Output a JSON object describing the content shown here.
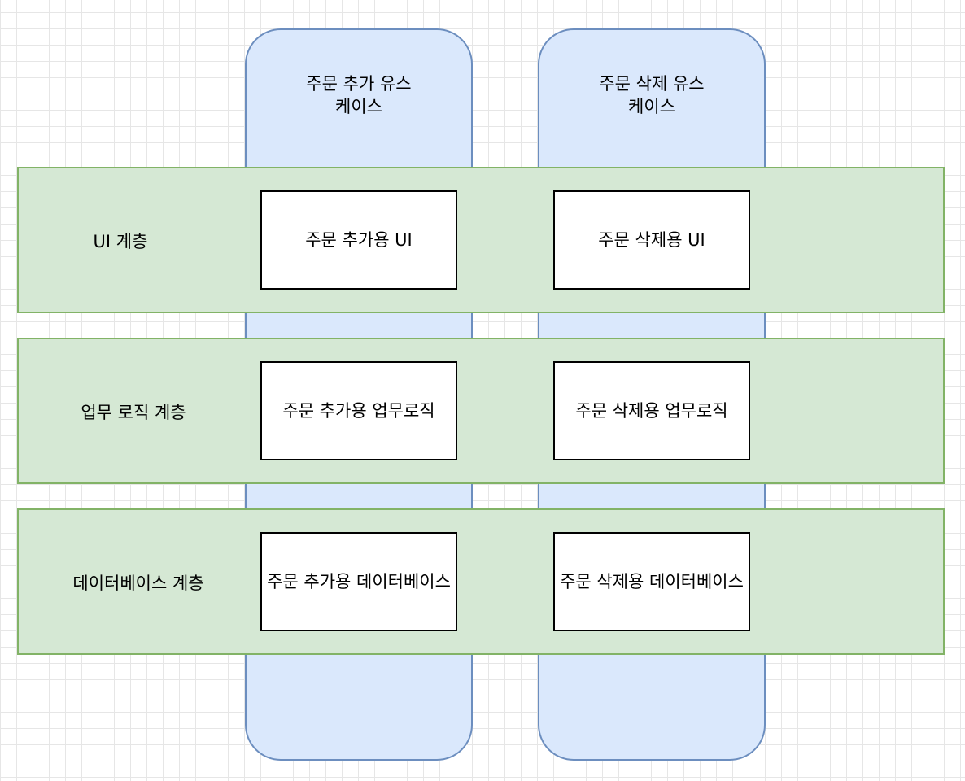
{
  "use_cases": [
    {
      "title": "주문 추가 유스\n케이스"
    },
    {
      "title": "주문 삭제 유스\n케이스"
    }
  ],
  "layers": [
    {
      "label": "UI 계층"
    },
    {
      "label": "업무 로직 계층"
    },
    {
      "label": "데이터베이스 계층"
    }
  ],
  "modules": {
    "add_ui": "주문 추가용 UI",
    "delete_ui": "주문 삭제용 UI",
    "add_logic": "주문 추가용 업무로직",
    "delete_logic": "주문 삭제용 업무로직",
    "add_db": "주문 추가용 데이터베이스",
    "delete_db": "주문 삭제용 데이터베이스"
  },
  "colors": {
    "usecase_fill": "#dae8fc",
    "usecase_stroke": "#6c8ebf",
    "layer_fill": "#d5e8d4",
    "layer_stroke": "#82b366",
    "module_fill": "#ffffff",
    "module_stroke": "#000000"
  }
}
